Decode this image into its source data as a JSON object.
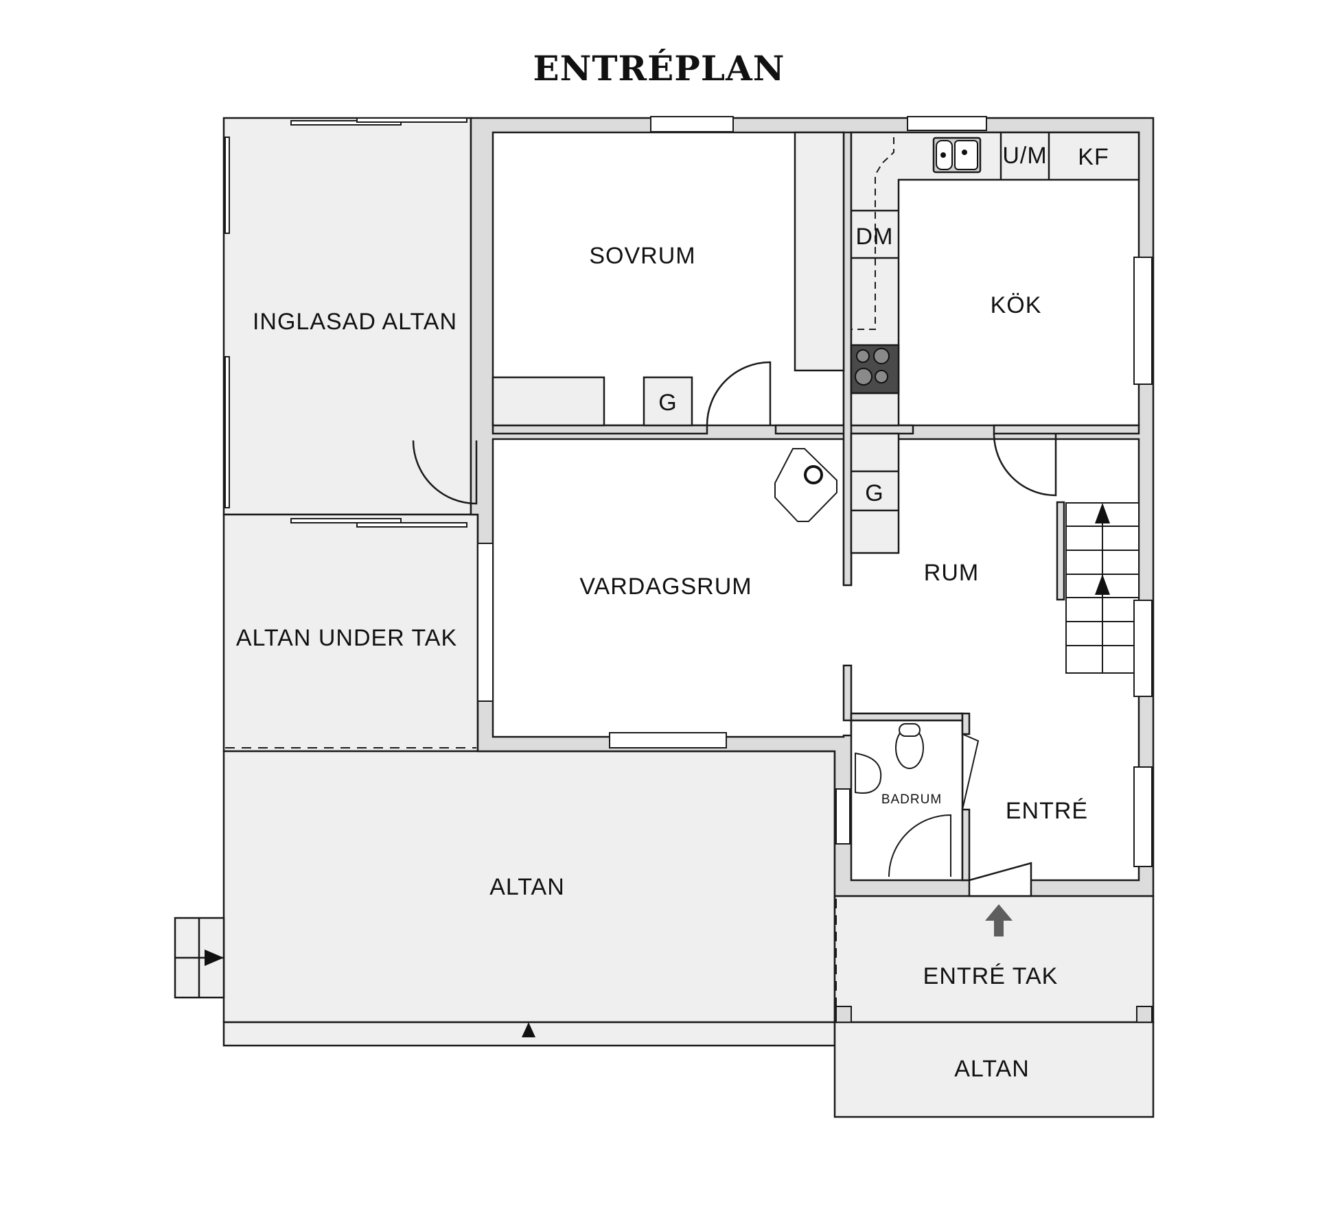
{
  "title": "ENTRÉPLAN",
  "colors": {
    "wall_fill": "#dcdcdc",
    "outdoor_fill": "#efefef",
    "room_fill": "#ffffff",
    "stroke": "#1a1a1a",
    "stove": "#4a4a4a",
    "entry_arrow": "#5e5e5e"
  },
  "rooms": {
    "inglasad_altan": "INGLASAD ALTAN",
    "sovrum": "SOVRUM",
    "kok": "KÖK",
    "vardagsrum": "VARDAGSRUM",
    "rum": "RUM",
    "altan_under_tak": "ALTAN UNDER TAK",
    "badrum": "BADRUM",
    "entre": "ENTRÉ",
    "altan_main": "ALTAN",
    "entre_tak": "ENTRÉ TAK",
    "altan_small": "ALTAN"
  },
  "fixtures": {
    "um": "U/M",
    "kf": "KF",
    "dm": "DM",
    "wardrobe_sovrum": "G",
    "wardrobe_rum": "G"
  }
}
